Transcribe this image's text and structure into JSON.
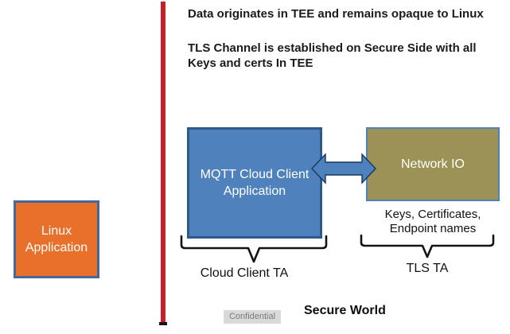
{
  "notes": {
    "note1": "Data originates in TEE and remains opaque to Linux",
    "note2_line1": "TLS Channel is established on Secure Side with all",
    "note2_line2": "Keys and certs In TEE"
  },
  "nodes": {
    "linux_app": {
      "line1": "Linux",
      "line2": "Application",
      "fill": "#E8702A",
      "border": "#44679C",
      "text_color": "#FFFFFF"
    },
    "mqtt_client": {
      "line1": "MQTT Cloud Client",
      "line2": "Application",
      "fill": "#4F81BD",
      "border": "#2E598C",
      "text_color": "#FFFFFF"
    },
    "network_io": {
      "label": "Network IO",
      "fill": "#9C9255",
      "border": "#4F81BD",
      "text_color": "#FFFFFF"
    }
  },
  "connector": {
    "type": "double-headed-arrow",
    "fill": "#4F81BD",
    "outline": "#17375E"
  },
  "separator": {
    "color": "#C2222A",
    "cap_color": "#161616"
  },
  "captions": {
    "keys_line1": "Keys, Certificates,",
    "keys_line2": "Endpoint names",
    "cloud_client_ta": "Cloud Client TA",
    "tls_ta": "TLS TA",
    "secure_world": "Secure World",
    "confidential": "Confidential"
  }
}
